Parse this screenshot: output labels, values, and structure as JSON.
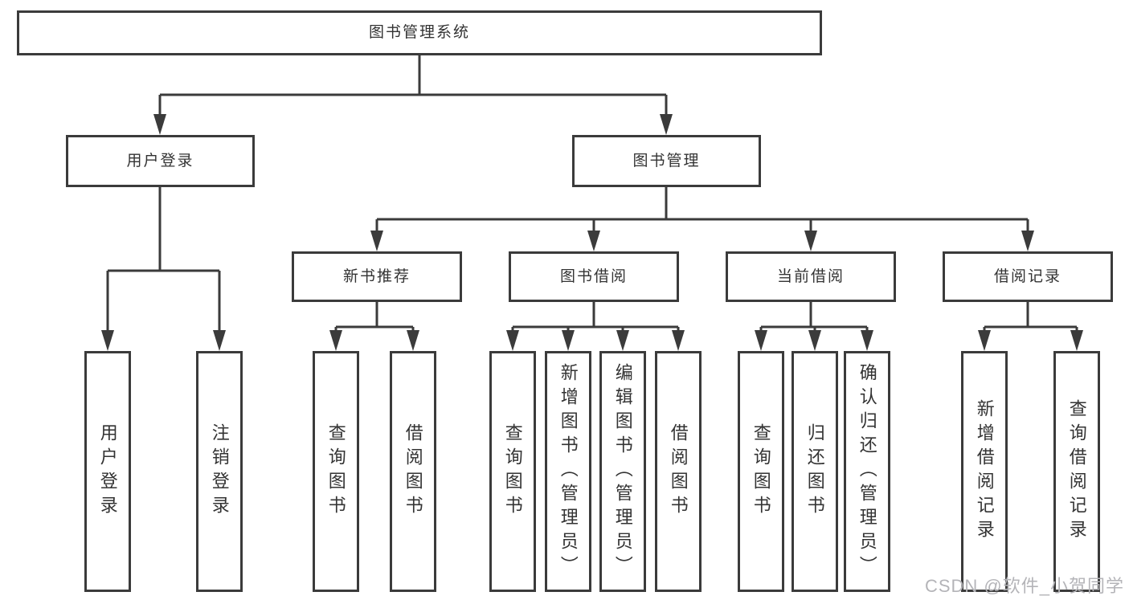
{
  "colors": {
    "background": "#ffffff",
    "line": "#3b3b3b",
    "box_border": "#3b3b3b",
    "text": "#333333",
    "watermark": "#b4b4b8"
  },
  "tree": {
    "label": "图书管理系统",
    "children": [
      {
        "label": "用户登录",
        "children": [
          {
            "label": "用户登录"
          },
          {
            "label": "注销登录"
          }
        ]
      },
      {
        "label": "图书管理",
        "children": [
          {
            "label": "新书推荐",
            "children": [
              {
                "label": "查询图书"
              },
              {
                "label": "借阅图书"
              }
            ]
          },
          {
            "label": "图书借阅",
            "children": [
              {
                "label": "查询图书"
              },
              {
                "label": "新增图书（管理员）"
              },
              {
                "label": "编辑图书（管理员）"
              },
              {
                "label": "借阅图书"
              }
            ]
          },
          {
            "label": "当前借阅",
            "children": [
              {
                "label": "查询图书"
              },
              {
                "label": "归还图书"
              },
              {
                "label": "确认归还（管理员）"
              }
            ]
          },
          {
            "label": "借阅记录",
            "children": [
              {
                "label": "新增借阅记录"
              },
              {
                "label": "查询借阅记录"
              }
            ]
          }
        ]
      }
    ]
  },
  "watermark": {
    "text": "CSDN @软件_小贺同学"
  }
}
